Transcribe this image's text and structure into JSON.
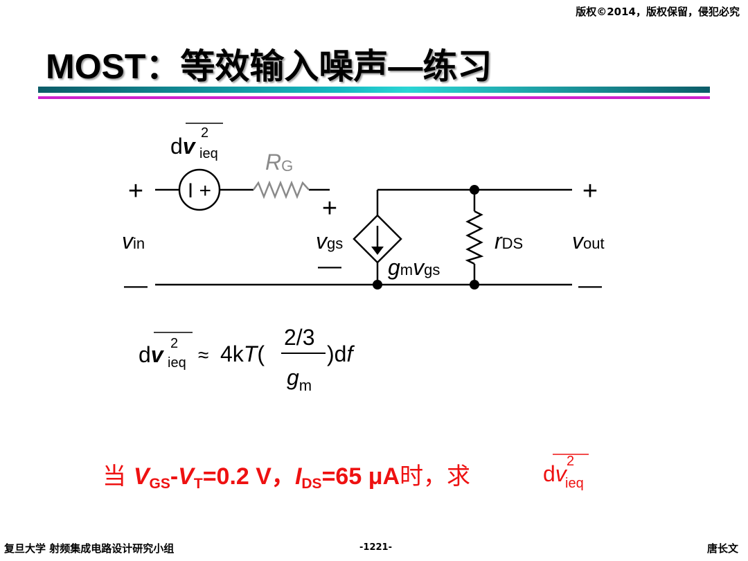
{
  "header": {
    "copyright": "版权©2014，版权保留，侵犯必究",
    "title": "MOST：等效输入噪声—练习"
  },
  "circuit": {
    "noise_source": {
      "d": "d",
      "v": "v",
      "sup": "2",
      "sub": "ieq"
    },
    "resistor_label": {
      "main": "R",
      "sub": "G"
    },
    "vin": {
      "main": "v",
      "sub": "in"
    },
    "vgs": {
      "main": "v",
      "sub": "gs"
    },
    "gm_vgs": {
      "g": "g",
      "g_sub": "m",
      "v": "v",
      "v_sub": "gs"
    },
    "rds": {
      "main": "r",
      "sub": "DS"
    },
    "vout": {
      "main": "v",
      "sub": "out"
    },
    "plus": "+",
    "minus": "—",
    "source_glyph": "I +"
  },
  "formula": {
    "lhs_d": "d",
    "lhs_v": "v",
    "lhs_sup": "2",
    "lhs_sub": "ieq",
    "approx": "≈",
    "coef": "4k",
    "T": "T",
    "open": "(",
    "numerator": "2/3",
    "den_g": "g",
    "den_sub": "m",
    "close": ")d",
    "f": "f"
  },
  "question": {
    "prefix": "当 ",
    "v1": "V",
    "v1_sub": "GS",
    "dash": "-",
    "v2": "V",
    "v2_sub": "T",
    "val1": "=0.2 V，",
    "i": "I",
    "i_sub": "DS",
    "val2": "=65 μA",
    "cjk_mid": "时，求",
    "dv_d": "d",
    "dv_v": "v",
    "dv_sup": "2",
    "dv_sub": "ieq"
  },
  "footer": {
    "left": "复旦大学 射频集成电路设计研究小组",
    "page": "-1221-",
    "right": "唐长文"
  }
}
